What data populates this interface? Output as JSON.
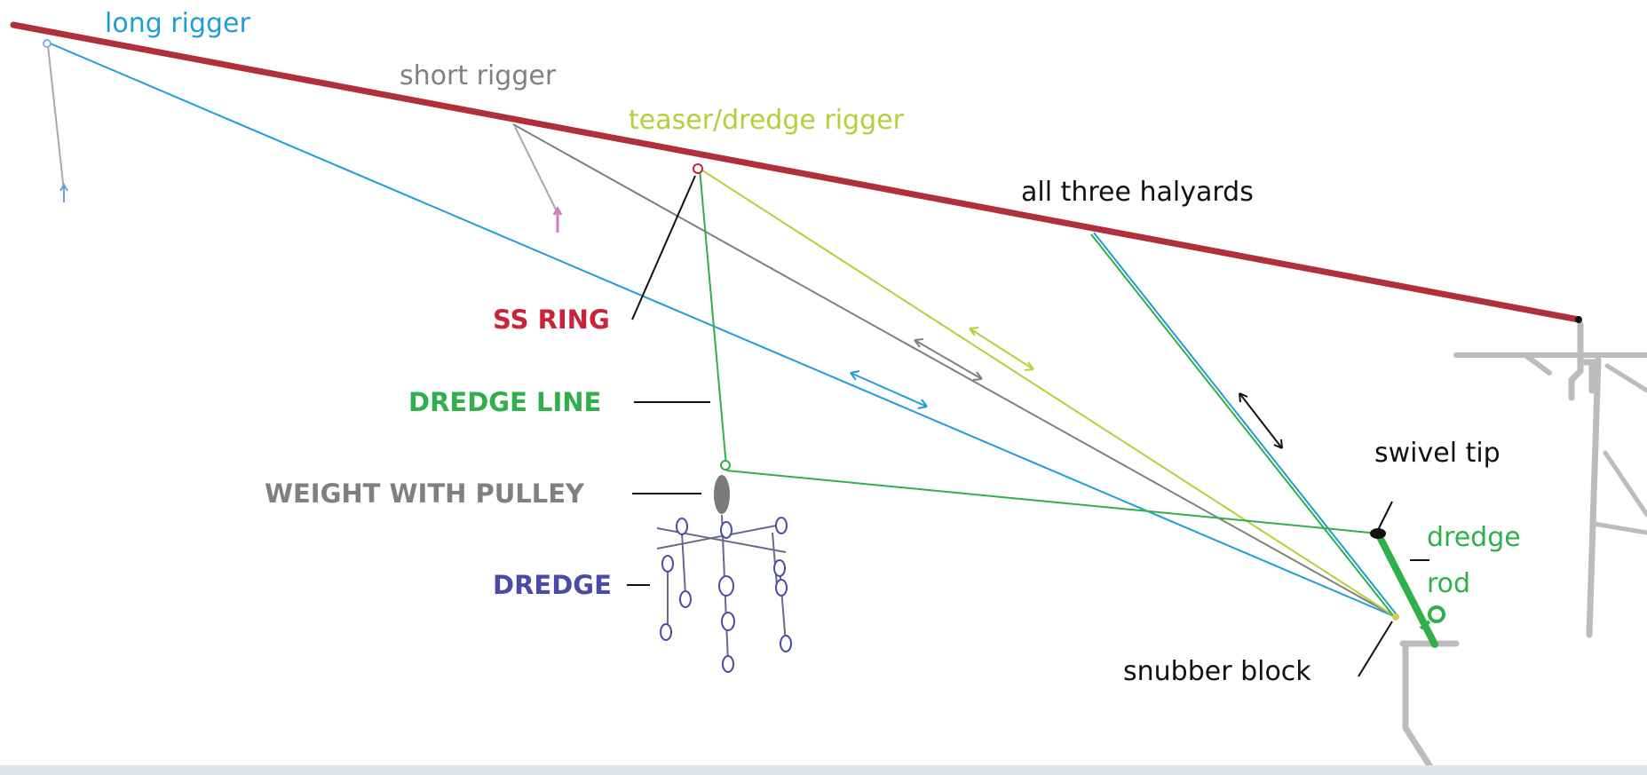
{
  "labels": {
    "long_rigger": "long rigger",
    "short_rigger": "short rigger",
    "teaser_rigger": "teaser/dredge rigger",
    "all_three_halyards": "all three halyards",
    "ss_ring": "SS RING",
    "dredge_line": "DREDGE LINE",
    "weight_with_pulley": "WEIGHT WITH PULLEY",
    "dredge": "DREDGE",
    "swivel_tip": "swivel tip",
    "dredge_rod_1": "dredge",
    "dredge_rod_2": "rod",
    "snubber_block": "snubber block"
  },
  "colors": {
    "outrigger_pole": "#b0303a",
    "long_rigger": "#1e9ed4",
    "short_rigger": "#808080",
    "teaser_rigger": "#b5cf3a",
    "dredge_line": "#2fb04a",
    "dredge_rod": "#2fb04a",
    "ss_ring": "#c8253a",
    "dredge": "#4a4aa8",
    "boat": "#bcbcbc",
    "text_dark": "#111111"
  }
}
